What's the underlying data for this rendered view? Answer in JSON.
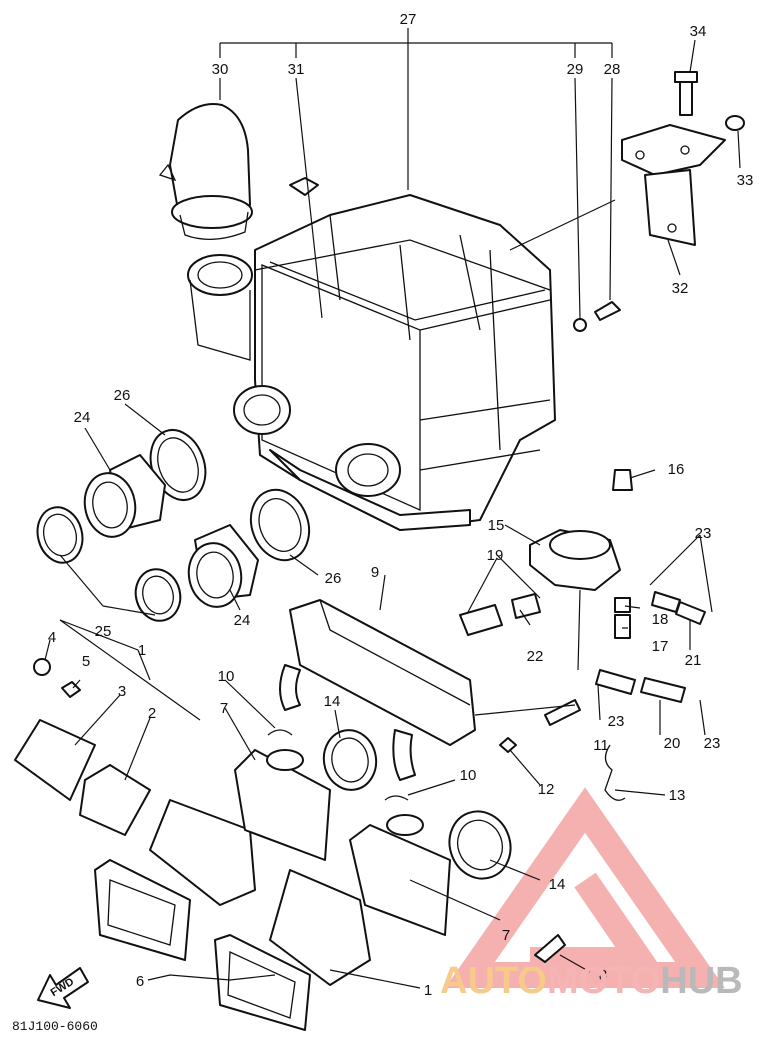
{
  "labels": {
    "p27": "27",
    "p30": "30",
    "p31": "31",
    "p29": "29",
    "p28": "28",
    "p34": "34",
    "p33": "33",
    "p32": "32",
    "p26a": "26",
    "p24a": "24",
    "p25": "25",
    "p26b": "26",
    "p24b": "24",
    "p16": "16",
    "p15": "15",
    "p19": "19",
    "p23a": "23",
    "p18": "18",
    "p17": "17",
    "p22": "22",
    "p21": "21",
    "p9": "9",
    "p4": "4",
    "p5": "5",
    "p1a": "1",
    "p3": "3",
    "p2": "2",
    "p10a": "10",
    "p7a": "7",
    "p14a": "14",
    "p23b": "23",
    "p11": "11",
    "p20": "20",
    "p23c": "23",
    "p12": "12",
    "p10b": "10",
    "p13": "13",
    "p14b": "14",
    "p7b": "7",
    "p8": "8",
    "p6": "6",
    "p1b": "1"
  },
  "fwd_label": "FWD",
  "diagram_code": "81J100-6060",
  "watermark": {
    "part1": "AUTO",
    "part2": "MOTO",
    "part3": "HUB"
  }
}
